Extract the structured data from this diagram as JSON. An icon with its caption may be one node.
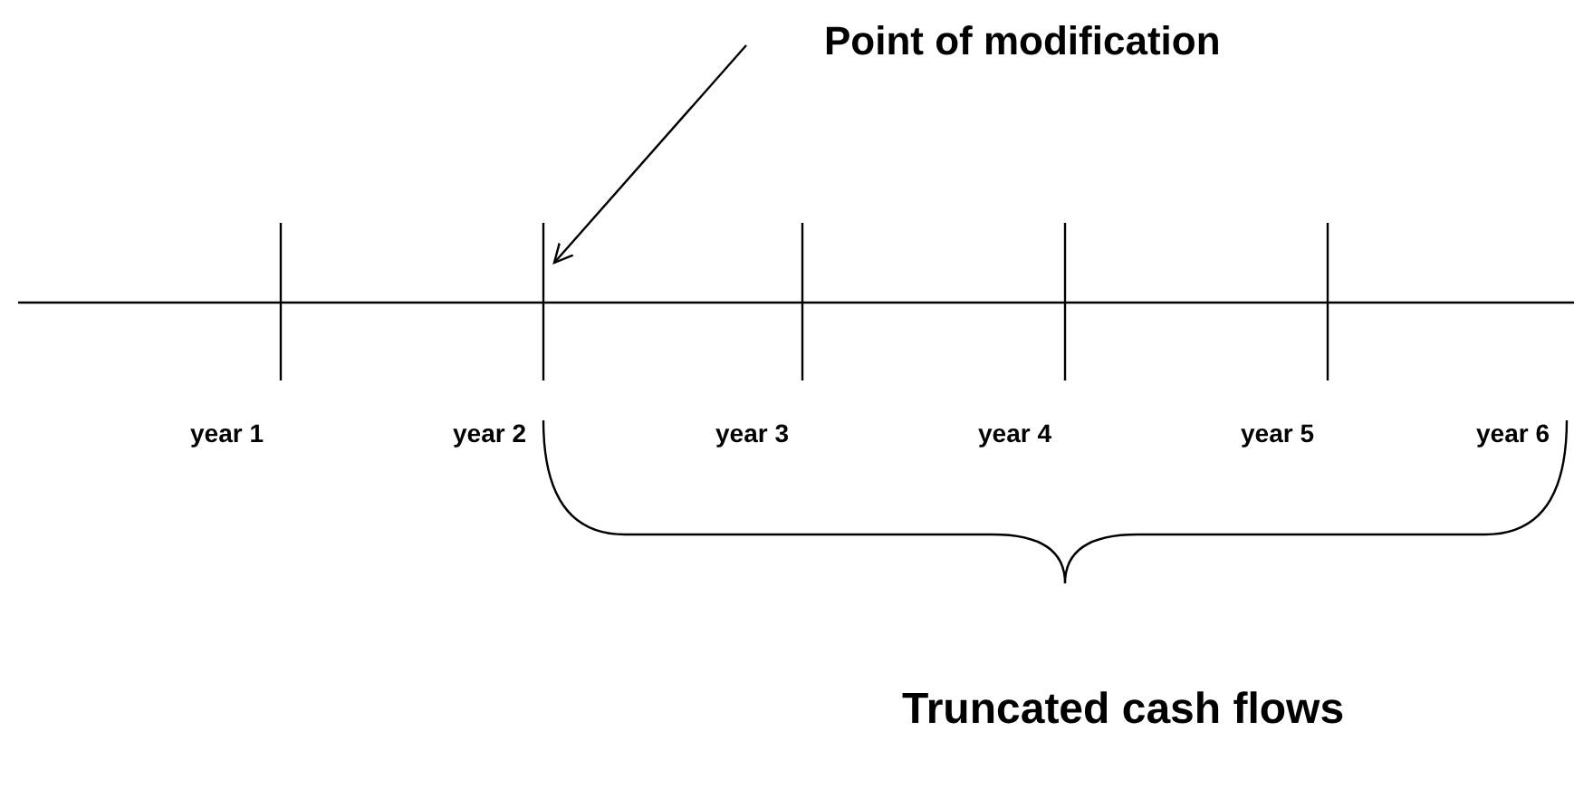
{
  "diagram": {
    "nodes": [
      {
        "text": [
          "Point of modification"
        ]
      },
      {
        "text": [],
        "shape": "line"
      }
    ],
    "edges": [
      {
        "from": 0,
        "to": 1,
        "arrow": "to"
      }
    ],
    "labels": [
      "year 1",
      "year 2",
      "year 3",
      "year 4",
      "year 5",
      "year 6",
      "Truncated cash flows"
    ]
  }
}
